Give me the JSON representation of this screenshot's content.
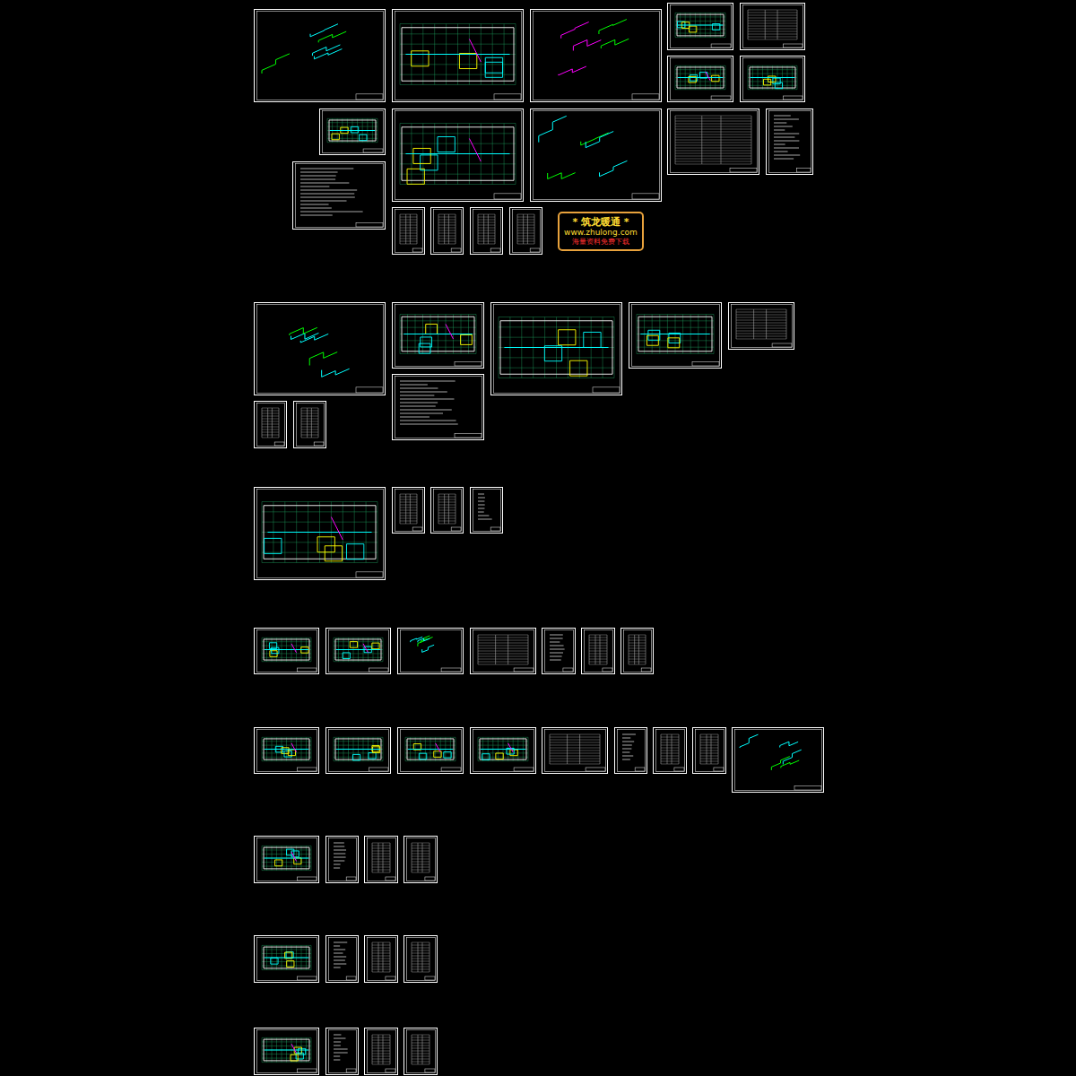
{
  "diagram": {
    "nodes": [
      {
        "text": [
          "* 筑龙暖通 *",
          "www.zhulong.com",
          "海量资料免费下载"
        ]
      }
    ]
  }
}
